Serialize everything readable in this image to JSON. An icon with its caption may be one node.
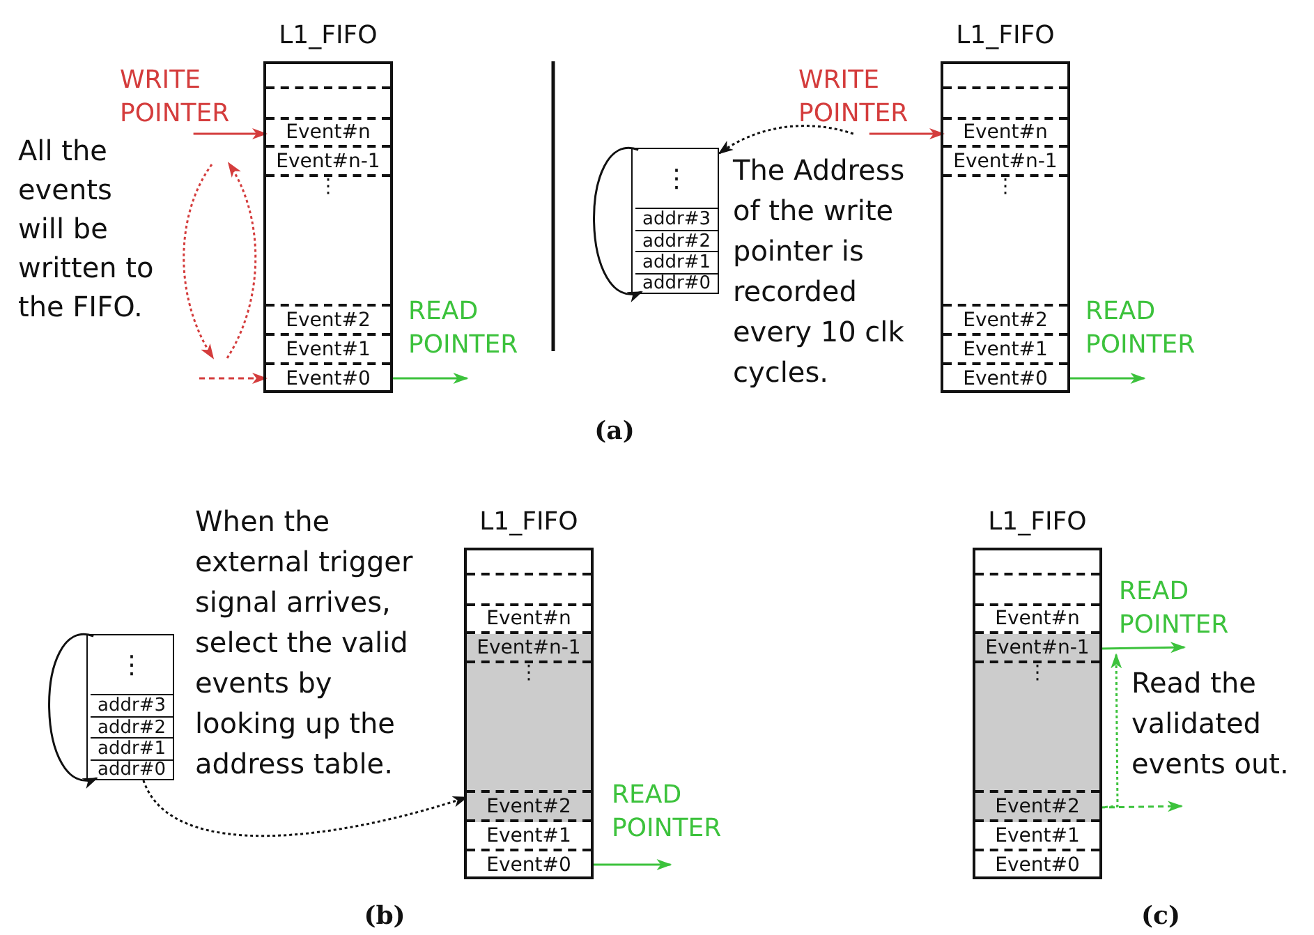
{
  "diagram": {
    "nodes": [
      {
        "text": [
          "L1_FIFO"
        ]
      },
      {
        "text": [],
        "shape": "box",
        "in": 0
      },
      {
        "text": [],
        "shape": "box",
        "in": 0
      },
      {
        "text": [
          "Event#n"
        ],
        "in": 0
      },
      {
        "text": [
          "Event#n-1"
        ],
        "in": 0
      },
      {
        "text": [
          "⋮"
        ],
        "in": 0
      },
      {
        "text": [
          "Event#2"
        ],
        "in": 0
      },
      {
        "text": [
          "Event#1"
        ],
        "in": 0
      },
      {
        "text": [
          "Event#0"
        ],
        "in": 0
      },
      {
        "text": [
          "WRITE POINTER"
        ]
      },
      {
        "text": [
          "READ POINTER"
        ]
      },
      {
        "text": [],
        "shape": "box"
      },
      {
        "text": [
          "⋮"
        ],
        "in": 11
      },
      {
        "text": [
          "addr#3"
        ],
        "in": 11
      },
      {
        "text": [
          "addr#2"
        ],
        "in": 11
      },
      {
        "text": [
          "addr#1"
        ],
        "in": 11
      },
      {
        "text": [
          "addr#0"
        ],
        "in": 11
      },
      {
        "text": [
          "WRITE POINTER"
        ]
      },
      {
        "text": [
          "L1_FIFO"
        ]
      },
      {
        "text": [],
        "shape": "box",
        "in": 18
      },
      {
        "text": [],
        "shape": "box",
        "in": 18
      },
      {
        "text": [
          "Event#n"
        ],
        "in": 18
      },
      {
        "text": [
          "Event#n-1"
        ],
        "in": 18
      },
      {
        "text": [
          "⋮"
        ],
        "in": 18
      },
      {
        "text": [
          "Event#2"
        ],
        "in": 18
      },
      {
        "text": [
          "Event#1"
        ],
        "in": 18
      },
      {
        "text": [
          "Event#0"
        ],
        "in": 18
      },
      {
        "text": [
          "READ POINTER"
        ]
      },
      {
        "text": [],
        "shape": "box"
      },
      {
        "text": [
          "⋮"
        ],
        "in": 28
      },
      {
        "text": [
          "addr#3"
        ],
        "in": 28
      },
      {
        "text": [
          "addr#2"
        ],
        "in": 28
      },
      {
        "text": [
          "addr#1"
        ],
        "in": 28
      },
      {
        "text": [
          "addr#0"
        ],
        "in": 28
      },
      {
        "text": [
          "L1_FIFO"
        ]
      },
      {
        "text": [],
        "shape": "box",
        "in": 34
      },
      {
        "text": [],
        "shape": "box",
        "in": 34
      },
      {
        "text": [
          "Event#n"
        ],
        "in": 34
      },
      {
        "text": [
          "Event#n-1"
        ],
        "in": 34
      },
      {
        "text": [
          "⋮"
        ],
        "in": 34
      },
      {
        "text": [
          "Event#2"
        ],
        "in": 34
      },
      {
        "text": [
          "Event#1"
        ],
        "in": 34
      },
      {
        "text": [
          "Event#0"
        ],
        "in": 34
      },
      {
        "text": [
          "READ POINTER"
        ]
      },
      {
        "text": [
          "L1_FIFO"
        ]
      },
      {
        "text": [],
        "shape": "box",
        "in": 44
      },
      {
        "text": [],
        "shape": "box",
        "in": 44
      },
      {
        "text": [
          "Event#n"
        ],
        "in": 44
      },
      {
        "text": [
          "Event#n-1"
        ],
        "in": 44
      },
      {
        "text": [
          "⋮"
        ],
        "in": 44
      },
      {
        "text": [
          "Event#2"
        ],
        "in": 44
      },
      {
        "text": [
          "Event#1"
        ],
        "in": 44
      },
      {
        "text": [
          "Event#0"
        ],
        "in": 44
      },
      {
        "text": [
          "READ POINTER"
        ]
      }
    ],
    "edges": [
      {
        "from": 9,
        "to": 3,
        "arrow": "to",
        "color": "#d43c3c"
      },
      {
        "from": null,
        "to": 8,
        "arrow": "to",
        "style": "dashed",
        "color": "#d43c3c"
      },
      {
        "from": 8,
        "to": 10,
        "arrow": "to",
        "color": "#3cc23c"
      },
      {
        "from": 12,
        "to": 16,
        "arrow": "to",
        "color": "#111111"
      },
      {
        "from": 17,
        "to": 11,
        "arrow": "to",
        "style": "dashed",
        "color": "#111111"
      },
      {
        "from": 17,
        "to": 21,
        "arrow": "to",
        "color": "#d43c3c"
      },
      {
        "from": 26,
        "to": 27,
        "arrow": "to",
        "color": "#3cc23c"
      },
      {
        "from": 29,
        "to": 33,
        "arrow": "to",
        "color": "#111111"
      },
      {
        "from": 28,
        "to": 40,
        "arrow": "to",
        "style": "dashed",
        "color": "#111111"
      },
      {
        "from": 42,
        "to": 43,
        "arrow": "to",
        "color": "#3cc23c"
      },
      {
        "from": 48,
        "to": 53,
        "arrow": "to",
        "color": "#3cc23c"
      },
      {
        "from": 50,
        "to": null,
        "arrow": "to",
        "style": "dashed",
        "color": "#3cc23c"
      },
      {
        "from": 50,
        "to": 48,
        "arrow": "to",
        "style": "dashed",
        "color": "#3cc23c"
      }
    ],
    "labels": [
      "All the events will be written to the FIFO.",
      "The Address of the write pointer is recorded every 10 clk cycles.",
      "(a)",
      "When the external trigger signal arrives, select the valid events by looking up the address table.",
      "Read the validated events out.",
      "(b)",
      "(c)"
    ]
  }
}
